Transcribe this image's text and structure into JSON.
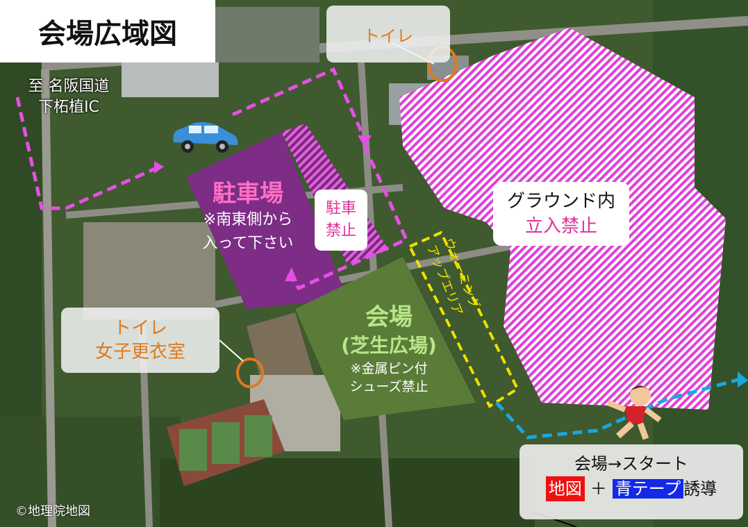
{
  "title": "会場広域図",
  "route_label": {
    "line1": "至 名阪国道",
    "line2": "下柘植IC"
  },
  "toilet_top": "トイレ",
  "toilet_left": {
    "line1": "トイレ",
    "line2": "女子更衣室"
  },
  "ground": {
    "line1": "グラウンド内",
    "line2": "立入禁止"
  },
  "no_parking": {
    "line1": "駐車",
    "line2": "禁止"
  },
  "parking": {
    "title": "駐車場",
    "line1": "※南東側から",
    "line2": "入って下さい"
  },
  "venue": {
    "title": "会場",
    "subtitle": "(芝生広場)",
    "line1": "※金属ピン付",
    "line2": "シューズ禁止"
  },
  "warmup": "ウォーミング\nアップエリア",
  "start_info": {
    "line1": "会場→スタート",
    "map_tag": "地図",
    "plus": "＋",
    "blue_tag": "青テープ",
    "suffix": "誘導"
  },
  "credit": "©地理院地図",
  "icons": [
    "car-icon",
    "runner-icon"
  ],
  "colors": {
    "accent_pink": "#e0309a",
    "route_pink": "#e64fe6",
    "route_blue": "#1aa7e0",
    "warm_yellow": "#f0e000",
    "toilet_orange": "#e07a1e"
  }
}
